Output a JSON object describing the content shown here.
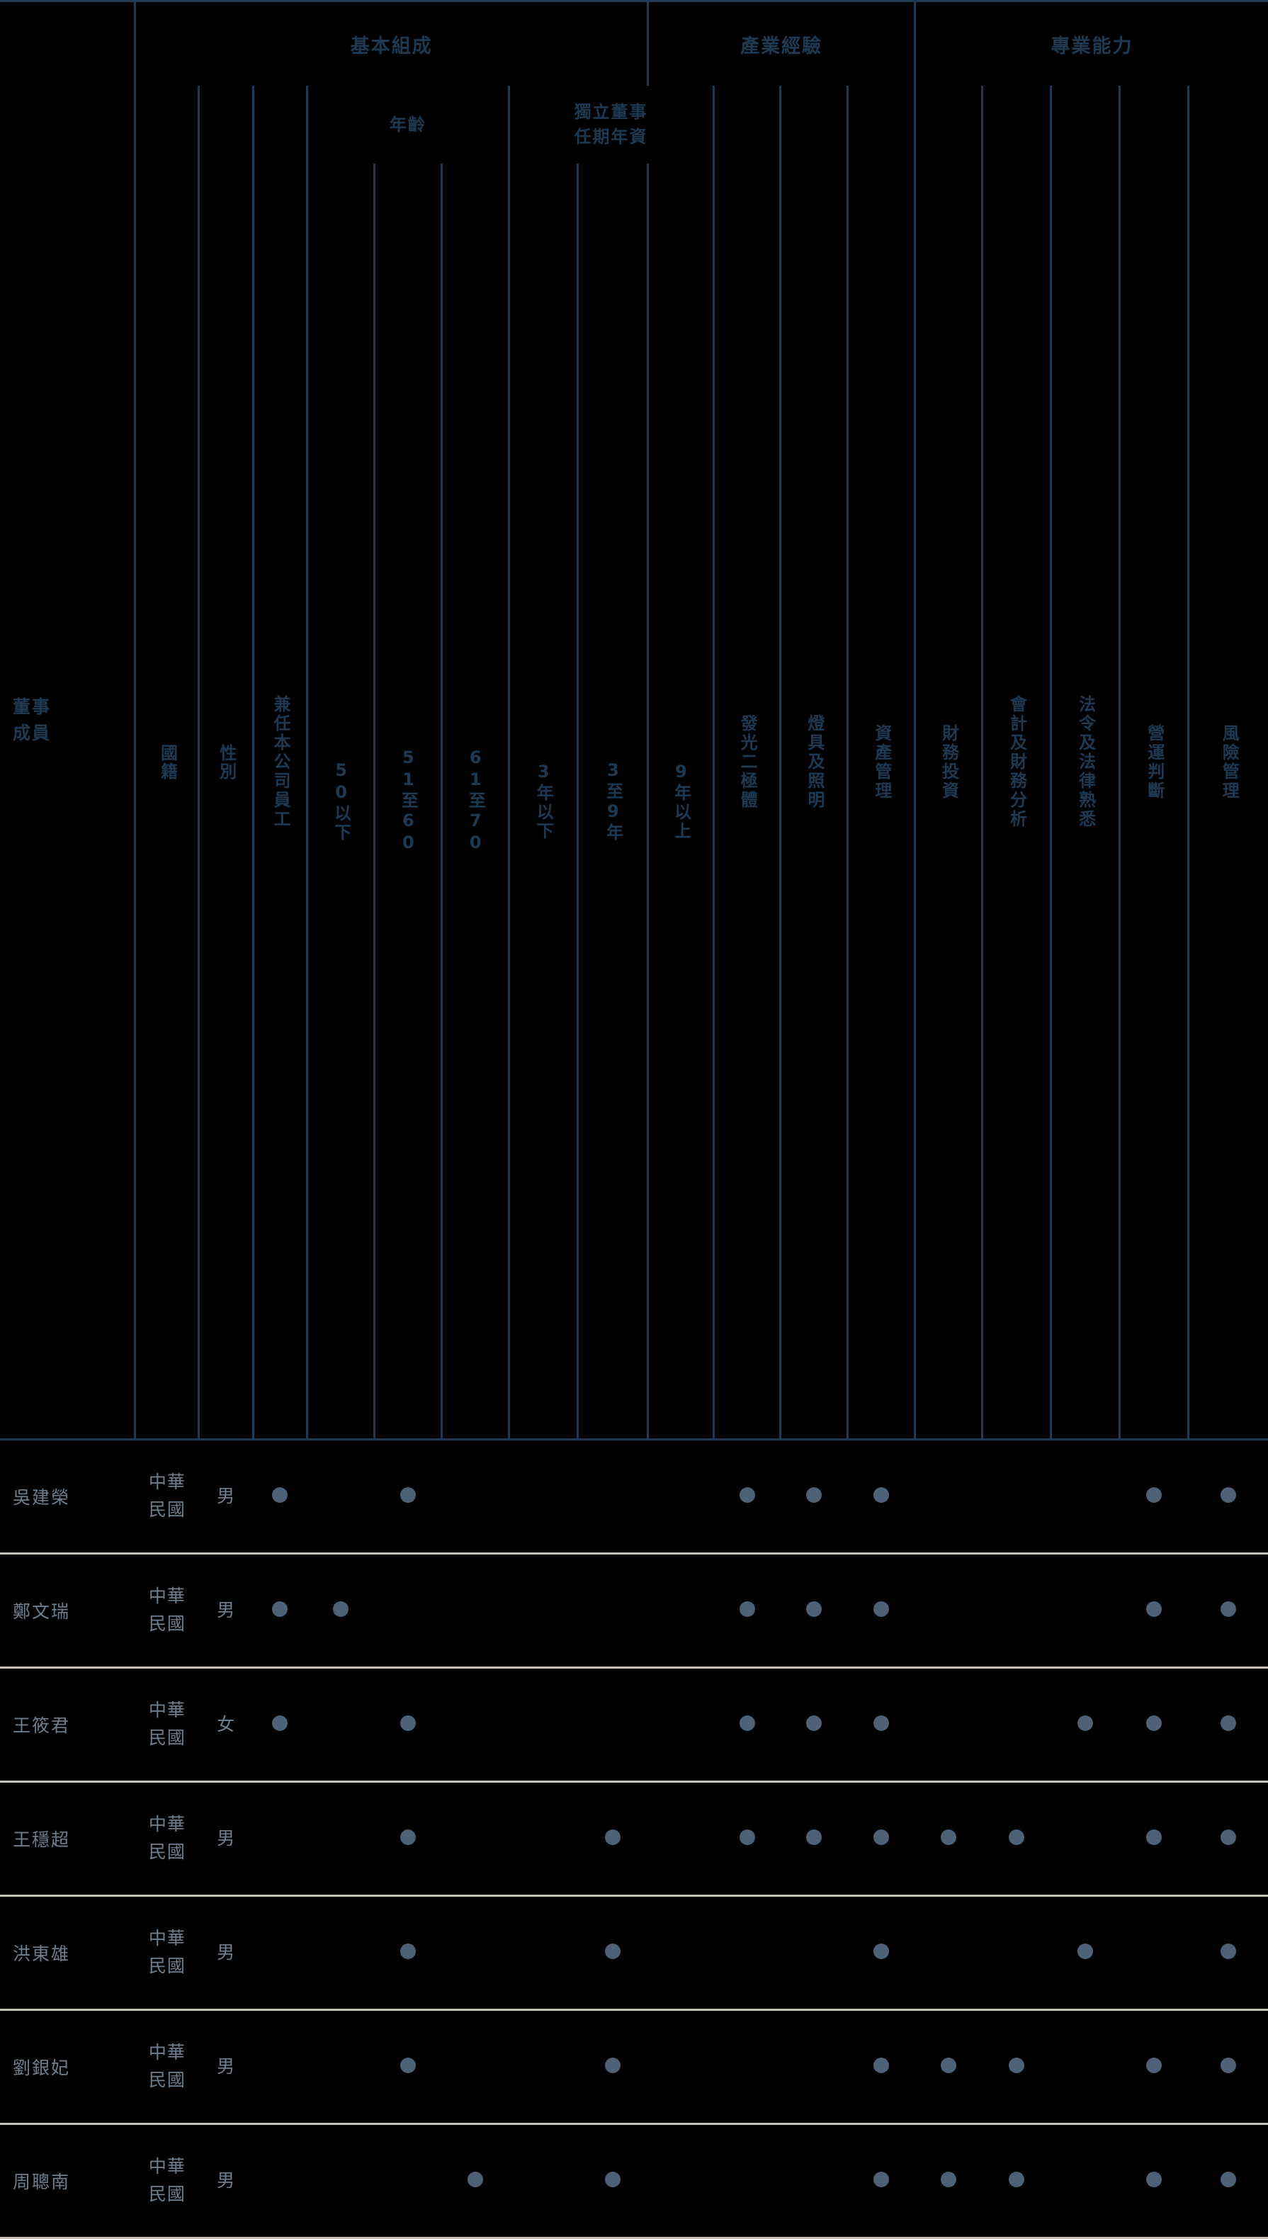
{
  "colors": {
    "background": "#000000",
    "header_line": "#1e3a52",
    "header_text": "#1e3a52",
    "body_text": "#6e7f8d",
    "row_divider": "#c8c4bc",
    "dot": "#4d6276"
  },
  "header": {
    "row_label": "董事\n成員",
    "groups": [
      {
        "label": "基本組成"
      },
      {
        "label": "產業經驗"
      },
      {
        "label": "專業能力"
      }
    ],
    "subgroups": [
      {
        "label": "年齡"
      },
      {
        "label": "獨立董事\n任期年資"
      }
    ],
    "columns": [
      {
        "key": "nationality",
        "label": "國籍",
        "group": "基本組成"
      },
      {
        "key": "gender",
        "label": "性別",
        "group": "基本組成"
      },
      {
        "key": "employee",
        "label": "兼任本公司員工",
        "group": "基本組成"
      },
      {
        "key": "age_50",
        "label": "50以下",
        "group": "基本組成",
        "subgroup": "年齡"
      },
      {
        "key": "age_51_60",
        "label": "51至60",
        "group": "基本組成",
        "subgroup": "年齡"
      },
      {
        "key": "age_61_70",
        "label": "61至70",
        "group": "基本組成",
        "subgroup": "年齡"
      },
      {
        "key": "tenure_lt3",
        "label": "3年以下",
        "group": "基本組成",
        "subgroup": "獨立董事任期年資"
      },
      {
        "key": "tenure_3_9",
        "label": "3至9年",
        "group": "基本組成",
        "subgroup": "獨立董事任期年資"
      },
      {
        "key": "tenure_gt9",
        "label": "9年以上",
        "group": "基本組成",
        "subgroup": "獨立董事任期年資"
      },
      {
        "key": "led",
        "label": "發光二極體",
        "group": "產業經驗"
      },
      {
        "key": "lighting",
        "label": "燈具及照明",
        "group": "產業經驗"
      },
      {
        "key": "asset_mgmt",
        "label": "資產管理",
        "group": "產業經驗"
      },
      {
        "key": "fin_invest",
        "label": "財務投資",
        "group": "產業經驗"
      },
      {
        "key": "accounting",
        "label": "會計及財務分析",
        "group": "專業能力"
      },
      {
        "key": "legal",
        "label": "法令及法律熟悉",
        "group": "專業能力"
      },
      {
        "key": "operations",
        "label": "營運判斷",
        "group": "專業能力"
      },
      {
        "key": "risk",
        "label": "風險管理",
        "group": "專業能力"
      }
    ]
  },
  "rows": [
    {
      "name": "吳建榮",
      "nationality": "中華民國",
      "gender": "男",
      "marks": {
        "employee": true,
        "age_50": false,
        "age_51_60": true,
        "age_61_70": false,
        "tenure_lt3": false,
        "tenure_3_9": false,
        "tenure_gt9": false,
        "led": true,
        "lighting": true,
        "asset_mgmt": true,
        "fin_invest": false,
        "accounting": false,
        "legal": false,
        "operations": true,
        "risk": true
      }
    },
    {
      "name": "鄭文瑞",
      "nationality": "中華民國",
      "gender": "男",
      "marks": {
        "employee": true,
        "age_50": true,
        "age_51_60": false,
        "age_61_70": false,
        "tenure_lt3": false,
        "tenure_3_9": false,
        "tenure_gt9": false,
        "led": true,
        "lighting": true,
        "asset_mgmt": true,
        "fin_invest": false,
        "accounting": false,
        "legal": false,
        "operations": true,
        "risk": true
      }
    },
    {
      "name": "王筱君",
      "nationality": "中華民國",
      "gender": "女",
      "marks": {
        "employee": true,
        "age_50": false,
        "age_51_60": true,
        "age_61_70": false,
        "tenure_lt3": false,
        "tenure_3_9": false,
        "tenure_gt9": false,
        "led": true,
        "lighting": true,
        "asset_mgmt": true,
        "fin_invest": false,
        "accounting": false,
        "legal": true,
        "operations": true,
        "risk": true
      }
    },
    {
      "name": "王穩超",
      "nationality": "中華民國",
      "gender": "男",
      "marks": {
        "employee": false,
        "age_50": false,
        "age_51_60": true,
        "age_61_70": false,
        "tenure_lt3": false,
        "tenure_3_9": true,
        "tenure_gt9": false,
        "led": true,
        "lighting": true,
        "asset_mgmt": true,
        "fin_invest": true,
        "accounting": true,
        "legal": false,
        "operations": true,
        "risk": true
      }
    },
    {
      "name": "洪東雄",
      "nationality": "中華民國",
      "gender": "男",
      "marks": {
        "employee": false,
        "age_50": false,
        "age_51_60": true,
        "age_61_70": false,
        "tenure_lt3": false,
        "tenure_3_9": true,
        "tenure_gt9": false,
        "led": false,
        "lighting": false,
        "asset_mgmt": true,
        "fin_invest": false,
        "accounting": false,
        "legal": true,
        "operations": false,
        "risk": true
      }
    },
    {
      "name": "劉銀妃",
      "nationality": "中華民國",
      "gender": "男",
      "marks": {
        "employee": false,
        "age_50": false,
        "age_51_60": true,
        "age_61_70": false,
        "tenure_lt3": false,
        "tenure_3_9": true,
        "tenure_gt9": false,
        "led": false,
        "lighting": false,
        "asset_mgmt": true,
        "fin_invest": true,
        "accounting": true,
        "legal": false,
        "operations": true,
        "risk": true
      }
    },
    {
      "name": "周聰南",
      "nationality": "中華民國",
      "gender": "男",
      "marks": {
        "employee": false,
        "age_50": false,
        "age_51_60": false,
        "age_61_70": true,
        "tenure_lt3": false,
        "tenure_3_9": true,
        "tenure_gt9": false,
        "led": false,
        "lighting": false,
        "asset_mgmt": true,
        "fin_invest": true,
        "accounting": true,
        "legal": false,
        "operations": true,
        "risk": true
      }
    }
  ]
}
